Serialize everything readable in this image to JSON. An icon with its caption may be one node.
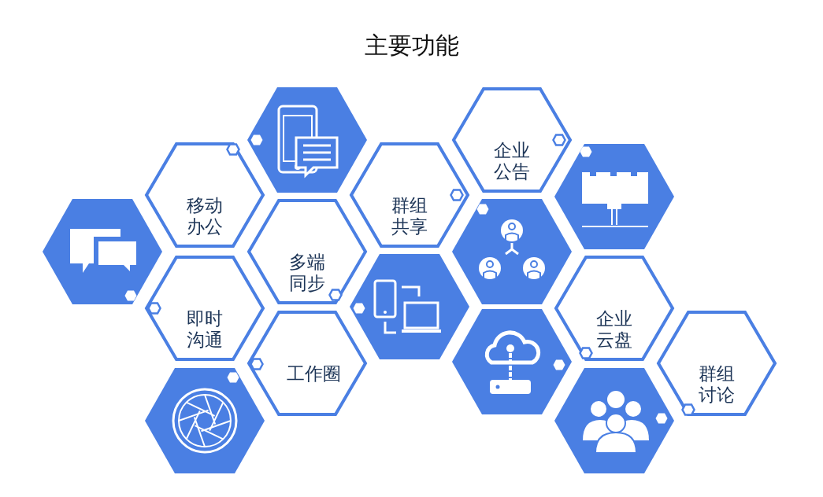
{
  "diagram": {
    "title": "主要功能",
    "nodes": [
      {
        "text": [],
        "shape": "picture"
      },
      {
        "text": [
          "企业公告"
        ]
      },
      {
        "text": [
          "移动办公"
        ]
      },
      {
        "text": [
          "群组共享"
        ]
      },
      {
        "text": [],
        "shape": "picture"
      },
      {
        "text": [],
        "shape": "picture"
      },
      {
        "text": [
          "多端同步"
        ]
      },
      {
        "text": [],
        "shape": "picture"
      },
      {
        "text": [
          "即时沟通"
        ]
      },
      {
        "text": [],
        "shape": "picture"
      },
      {
        "text": [
          "企业云盘"
        ]
      },
      {
        "text": [
          "工作圈"
        ]
      },
      {
        "text": [],
        "shape": "picture"
      },
      {
        "text": [
          "群组讨论"
        ]
      },
      {
        "text": [],
        "shape": "picture"
      },
      {
        "text": [],
        "shape": "picture"
      }
    ],
    "edges": []
  }
}
